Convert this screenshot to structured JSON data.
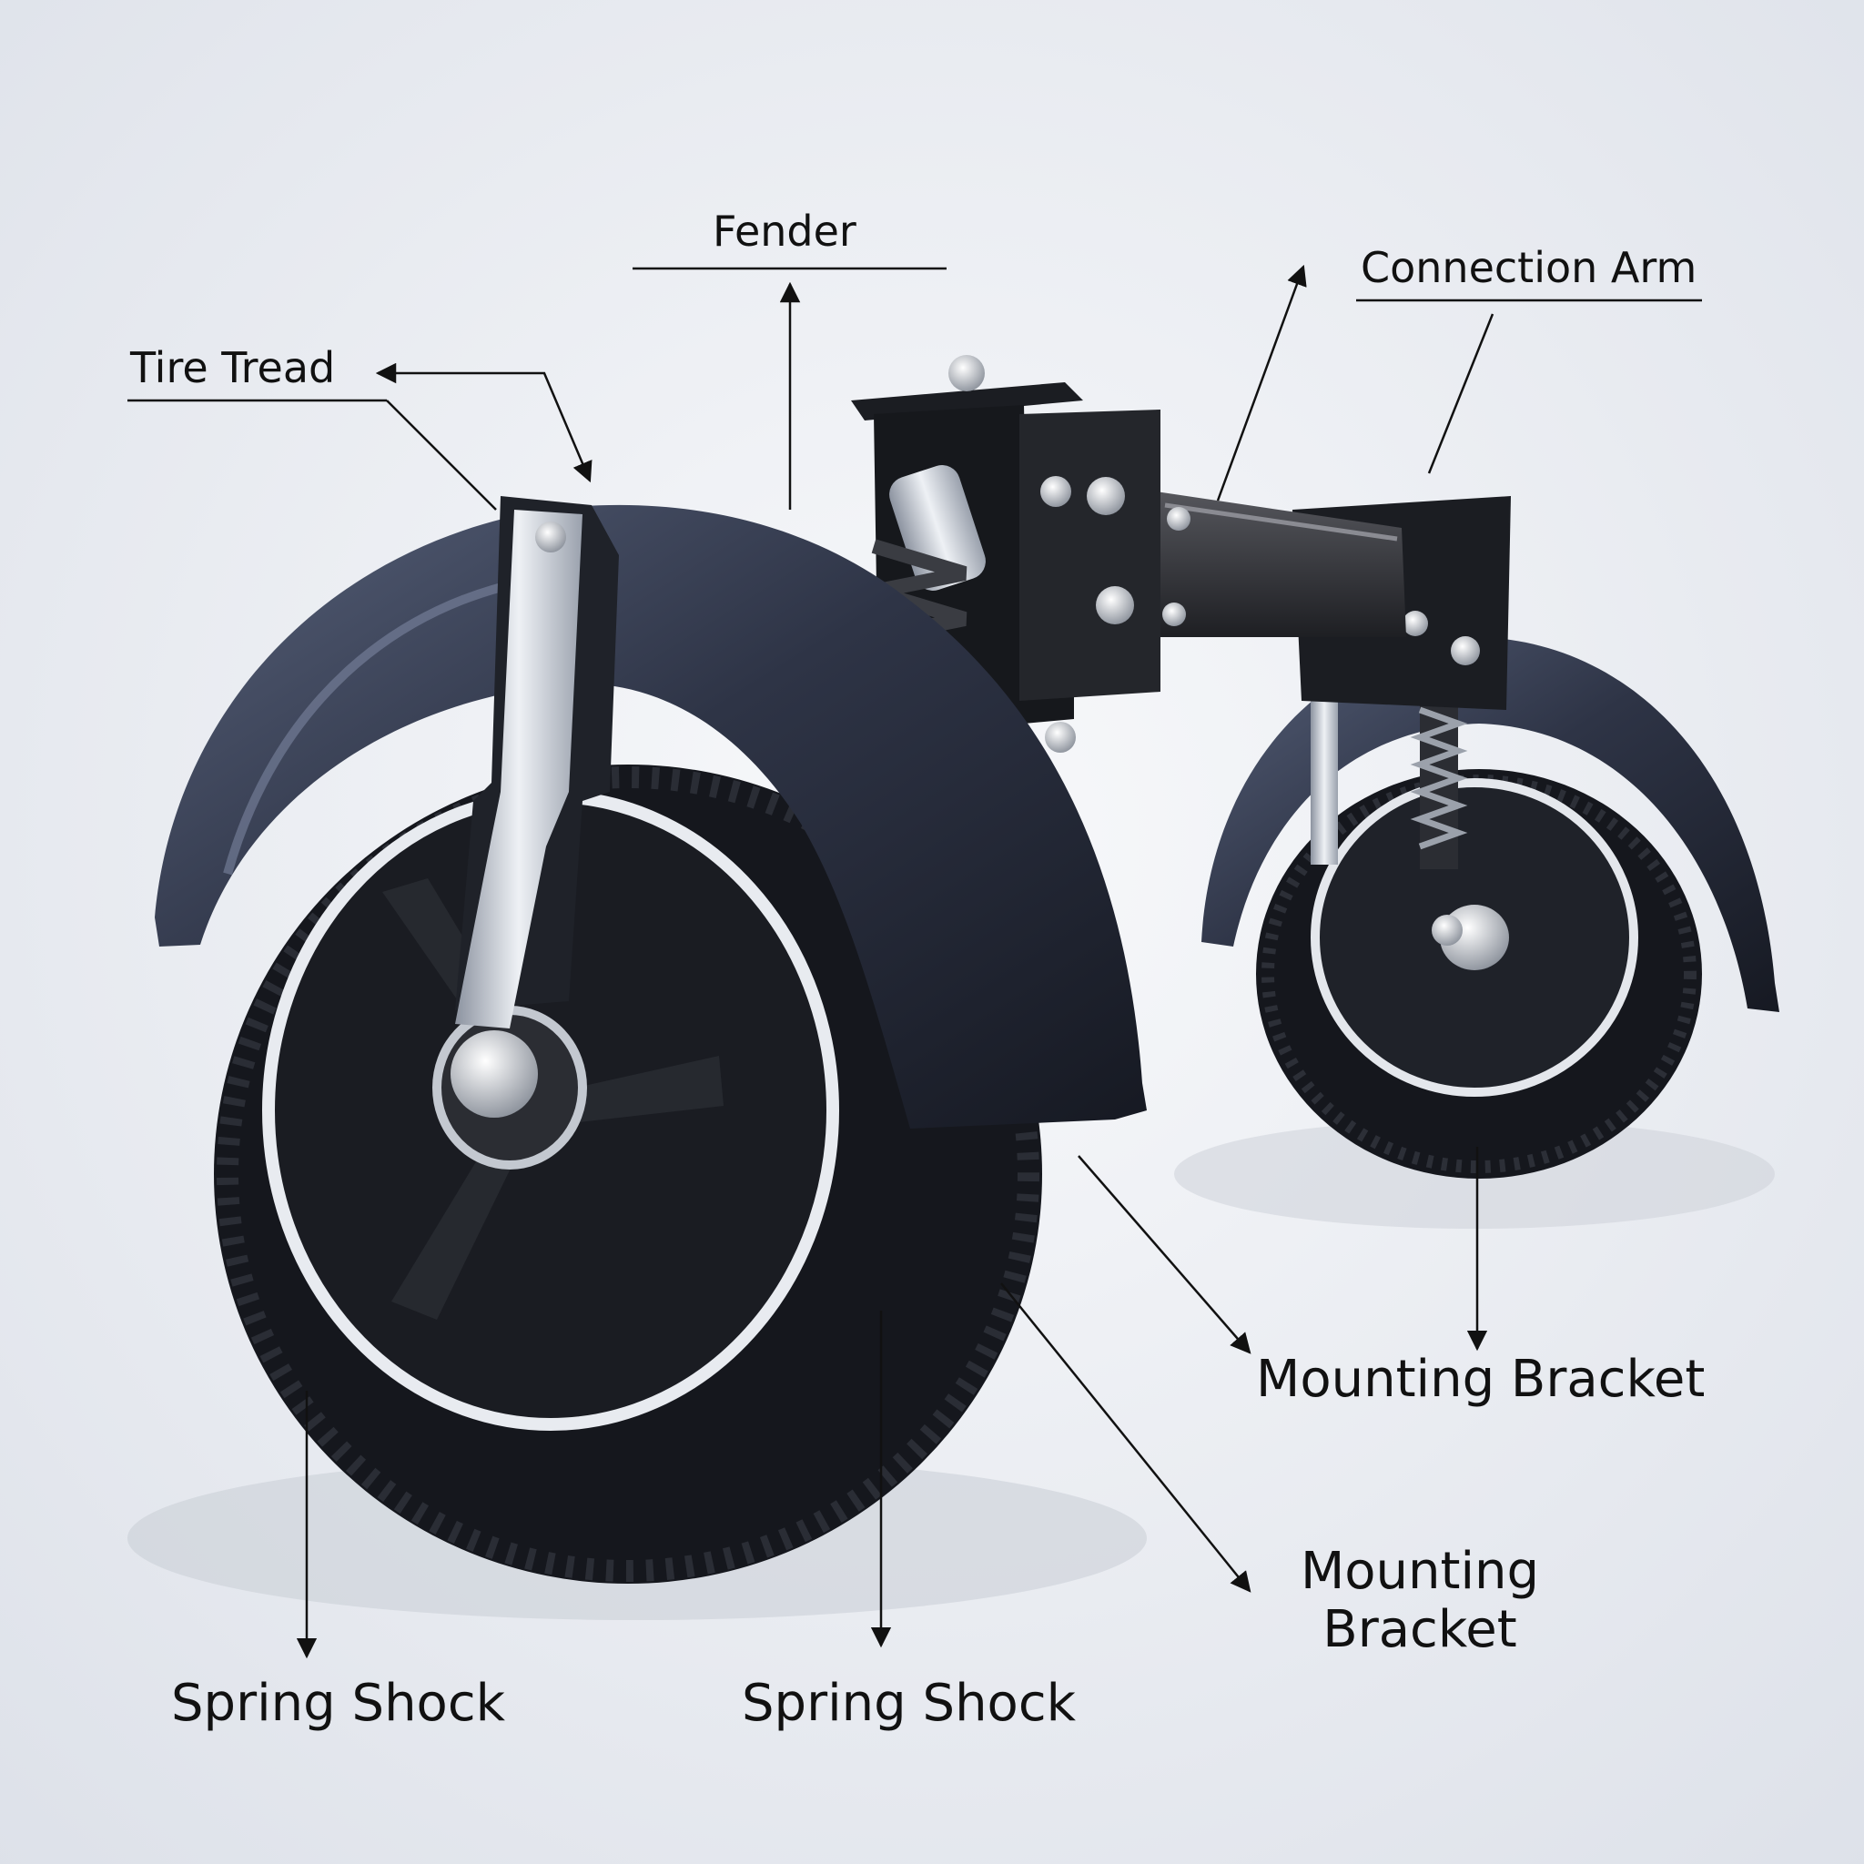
{
  "labels": {
    "fender": "Fender",
    "connection_arm": "Connection Arm",
    "tire_tread": "Tire Tread",
    "mounting_bracket_1": "Mounting Bracket",
    "mounting_bracket_2": "Mounting Bracket",
    "spring_shock_1": "Spring Shock",
    "spring_shock_2": "Spring Shock"
  },
  "colors": {
    "background": "#eceef3",
    "fender": "#2a3040",
    "tire": "#15171d",
    "chrome": "#c9ced6",
    "bracket": "#1b1d22",
    "arm": "#2b2c31",
    "annotation": "#111111"
  }
}
